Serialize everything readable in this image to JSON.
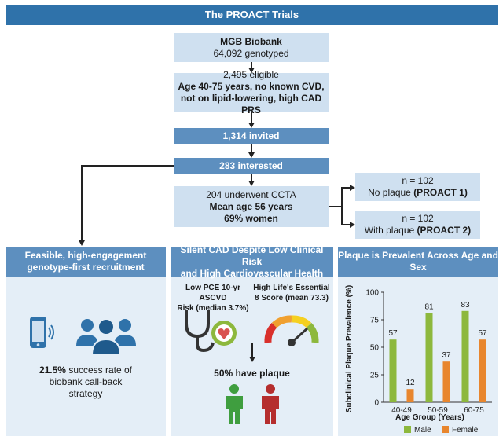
{
  "title": "The PROACT Trials",
  "flow": {
    "biobank": {
      "line1": "MGB Biobank",
      "line2": "64,092 genotyped"
    },
    "eligible": {
      "line1": "2,495 eligible",
      "line2": "Age 40-75 years, no known CVD,",
      "line3": "not on lipid-lowering, high CAD PRS"
    },
    "invited": "1,314 invited",
    "interested": "283 interested",
    "ccta": {
      "line1": "204 underwent CCTA",
      "line2": "Mean age 56 years",
      "line3": "69% women"
    },
    "noplaque": {
      "n": "n = 102",
      "label": "No plaque",
      "trial": "(PROACT 1)"
    },
    "withplaque": {
      "n": "n = 102",
      "label": "With plaque",
      "trial": "(PROACT 2)"
    }
  },
  "panel1": {
    "title_line1": "Feasible, high-engagement",
    "title_line2": "genotype-first recruitment",
    "stat_value": "21.5%",
    "stat_text1": " success rate of",
    "stat_text2": "biobank call-back",
    "stat_text3": "strategy"
  },
  "panel2": {
    "title_line1": "Silent CAD Despite Low Clinical Risk",
    "title_line2": "and High Cardiovascular Health",
    "left_label1": "Low PCE 10-yr ASCVD",
    "left_label2": "Risk (median 3.7%)",
    "right_label1": "High Life's Essential",
    "right_label2": "8 Score (mean 73.3)",
    "result": "50% have plaque"
  },
  "panel3": {
    "title": "Plaque is Prevalent Across Age and Sex"
  },
  "chart_data": {
    "type": "bar",
    "categories": [
      "40-49",
      "50-59",
      "60-75"
    ],
    "series": [
      {
        "name": "Male",
        "values": [
          57,
          81,
          83
        ],
        "color": "#8db83d"
      },
      {
        "name": "Female",
        "values": [
          12,
          37,
          57
        ],
        "color": "#e8862e"
      }
    ],
    "ylabel": "Subclinical Plaque Prevalence (%)",
    "xlabel": "Age Group (Years)",
    "ylim": [
      0,
      100
    ],
    "yticks": [
      "0",
      "25",
      "50",
      "75",
      "100"
    ],
    "legend_position": "bottom"
  },
  "colors": {
    "header": "#2f72aa",
    "box_dark": "#5d8fbf",
    "box_light": "#cfe0f0",
    "panel_bg": "#e4eef7"
  },
  "icons": [
    "smartphone-icon",
    "people-group-icon",
    "stethoscope-heart-icon",
    "gauge-icon",
    "male-person-icon",
    "female-person-icon"
  ]
}
